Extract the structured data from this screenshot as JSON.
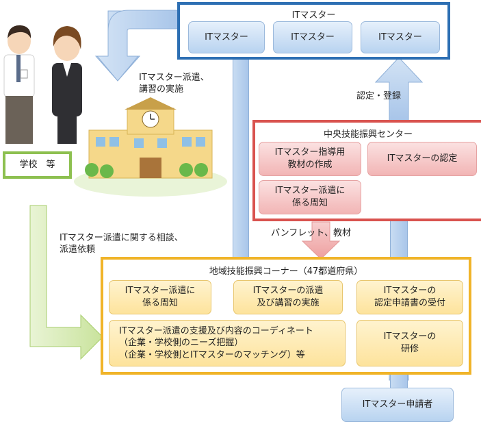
{
  "it_master": {
    "title": "ITマスター",
    "cells": [
      "ITマスター",
      "ITマスター",
      "ITマスター"
    ]
  },
  "labels": {
    "dispatch": "ITマスター派遣、\n講習の実施",
    "certify": "認定・登録",
    "consult": "ITマスター派遣に関する相談、\n派遣依頼",
    "pamphlet": "パンフレット、教材"
  },
  "school": {
    "label": "学校　等"
  },
  "central": {
    "title": "中央技能振興センター",
    "cells": {
      "materials": "ITマスター指導用\n教材の作成",
      "certification": "ITマスターの認定",
      "publicize": "ITマスター派遣に\n係る周知"
    }
  },
  "regional": {
    "title": "地域技能振興コーナー（47都道府県）",
    "cells": {
      "publicize": "ITマスター派遣に\n係る周知",
      "dispatch": "ITマスターの派遣\n及び講習の実施",
      "application": "ITマスターの\n認定申請書の受付",
      "coordinate": "ITマスター派遣の支援及び内容のコーディネート\n（企業・学校側のニーズ把握）\n（企業・学校側とITマスターのマッチング）等",
      "training": "ITマスターの\n研修"
    }
  },
  "applicant": {
    "label": "ITマスター申請者"
  }
}
